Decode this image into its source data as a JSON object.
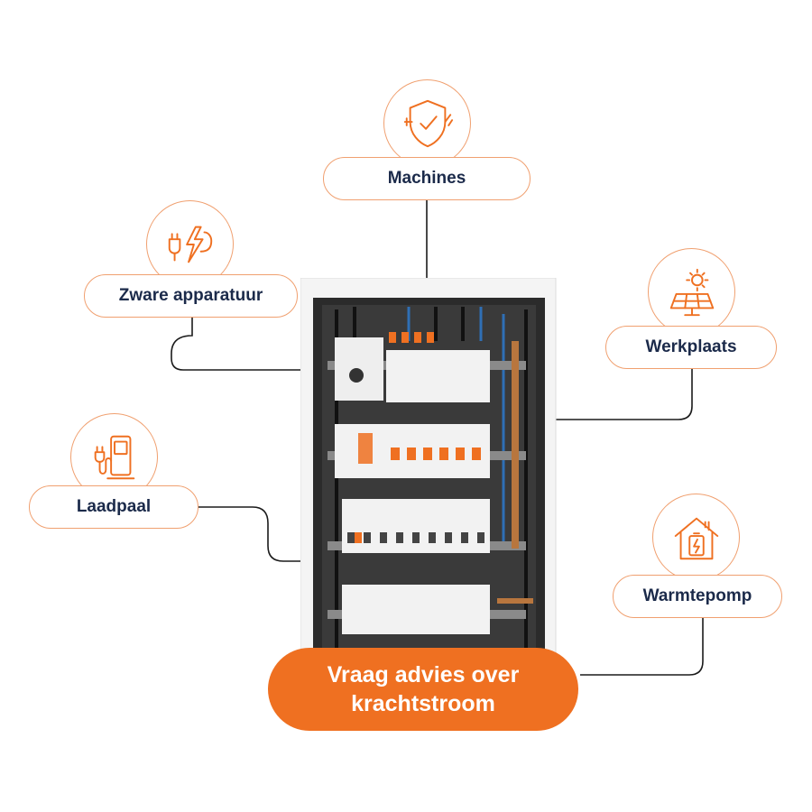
{
  "labels": {
    "machines": "Machines",
    "zware": "Zware apparatuur",
    "werkplaats": "Werkplaats",
    "laadpaal": "Laadpaal",
    "warmtepomp": "Warmtepomp"
  },
  "icons": {
    "machines": "plug-shield-icon",
    "zware": "plug-lightning-icon",
    "werkplaats": "solar-panel-icon",
    "laadpaal": "ev-charger-icon",
    "warmtepomp": "house-battery-icon"
  },
  "cta": {
    "line1": "Vraag advies over",
    "line2": "krachtstroom"
  },
  "colors": {
    "accent": "#ef7021",
    "text": "#1b2a4a",
    "outline": "#f0a070"
  }
}
